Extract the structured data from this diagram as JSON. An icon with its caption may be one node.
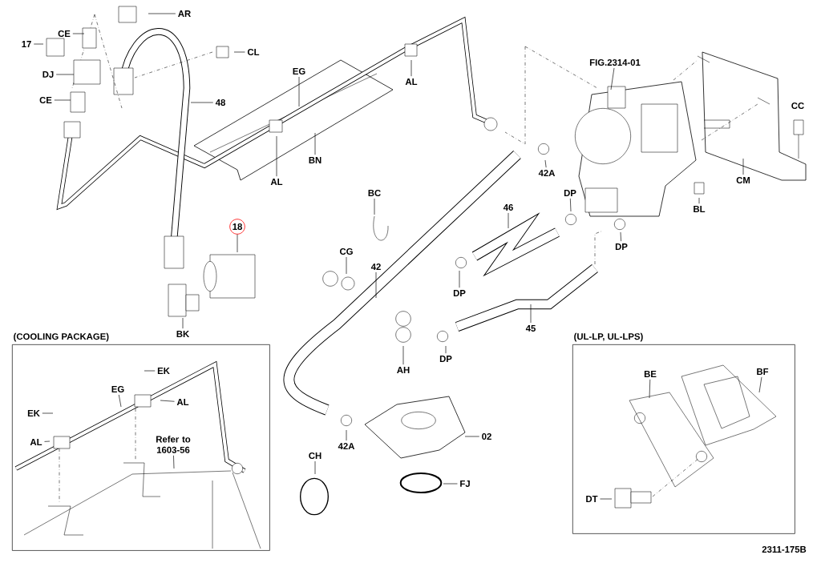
{
  "diagram": {
    "nodes": [
      {
        "text": [
          "AR"
        ]
      },
      {
        "text": [
          "17"
        ]
      },
      {
        "text": [
          "CE"
        ]
      },
      {
        "text": [
          "CL"
        ]
      },
      {
        "text": [
          "DJ"
        ]
      },
      {
        "text": [
          "CE"
        ]
      },
      {
        "text": [
          "48"
        ]
      },
      {
        "text": [
          "EG"
        ]
      },
      {
        "text": [
          "AL"
        ]
      },
      {
        "text": [
          "FIG.2314-01"
        ]
      },
      {
        "text": [
          "CM"
        ]
      },
      {
        "text": [
          "42A"
        ]
      },
      {
        "text": [
          "BN"
        ]
      },
      {
        "text": [
          "AL"
        ]
      },
      {
        "text": [
          "BC"
        ]
      },
      {
        "text": [
          "DP"
        ]
      },
      {
        "text": [
          "BL"
        ]
      },
      {
        "text": [
          "46"
        ]
      },
      {
        "text": [
          "18"
        ]
      },
      {
        "text": [
          "DP"
        ]
      },
      {
        "text": [
          "CG"
        ]
      },
      {
        "text": [
          "42"
        ]
      },
      {
        "text": [
          "DP"
        ]
      },
      {
        "text": [
          "45"
        ]
      },
      {
        "text": [
          "BK"
        ]
      },
      {
        "text": [
          "AH"
        ]
      },
      {
        "text": [
          "DP"
        ]
      },
      {
        "text": [
          "42A"
        ]
      },
      {
        "text": [
          "02"
        ]
      },
      {
        "text": [
          "CH"
        ]
      },
      {
        "text": [
          "FJ"
        ]
      },
      {
        "text": [
          "(COOLING PACKAGE)"
        ]
      },
      {
        "text": [
          "EK"
        ],
        "in": 31
      },
      {
        "text": [
          "EG"
        ],
        "in": 31
      },
      {
        "text": [
          "AL"
        ],
        "in": 31
      },
      {
        "text": [
          "EK"
        ],
        "in": 31
      },
      {
        "text": [
          "AL"
        ],
        "in": 31
      },
      {
        "text": [
          "Refer to 1603-56"
        ],
        "in": 31
      },
      {
        "text": [
          "(UL-LP, UL-LPS)"
        ]
      },
      {
        "text": [
          "BE"
        ],
        "in": 38
      },
      {
        "text": [
          "BF"
        ],
        "in": 38
      },
      {
        "text": [
          "DT"
        ],
        "in": 38
      }
    ],
    "edges": [
      {
        "from": 0,
        "to": null,
        "arrow": "none"
      },
      {
        "from": 1,
        "to": null,
        "arrow": "none"
      },
      {
        "from": 2,
        "to": null,
        "arrow": "none"
      },
      {
        "from": 3,
        "to": null,
        "arrow": "none"
      },
      {
        "from": 4,
        "to": null,
        "arrow": "none"
      },
      {
        "from": 5,
        "to": null,
        "arrow": "none"
      },
      {
        "from": 6,
        "to": null,
        "arrow": "none"
      },
      {
        "from": 7,
        "to": null,
        "arrow": "none"
      },
      {
        "from": 8,
        "to": null,
        "arrow": "none"
      },
      {
        "from": 9,
        "to": null,
        "arrow": "none"
      },
      {
        "from": 10,
        "to": null,
        "arrow": "none"
      },
      {
        "from": 11,
        "to": null,
        "arrow": "none"
      },
      {
        "from": 12,
        "to": null,
        "arrow": "none"
      },
      {
        "from": 13,
        "to": null,
        "arrow": "none"
      },
      {
        "from": 14,
        "to": null,
        "arrow": "none"
      },
      {
        "from": 15,
        "to": null,
        "arrow": "none"
      },
      {
        "from": 16,
        "to": null,
        "arrow": "none"
      },
      {
        "from": 17,
        "to": null,
        "arrow": "none"
      },
      {
        "from": 18,
        "to": null,
        "arrow": "none"
      },
      {
        "from": 19,
        "to": null,
        "arrow": "none"
      },
      {
        "from": 20,
        "to": null,
        "arrow": "none"
      },
      {
        "from": 21,
        "to": null,
        "arrow": "none"
      },
      {
        "from": 22,
        "to": null,
        "arrow": "none"
      },
      {
        "from": 23,
        "to": null,
        "arrow": "none"
      },
      {
        "from": 24,
        "to": null,
        "arrow": "none"
      },
      {
        "from": 25,
        "to": null,
        "arrow": "none"
      },
      {
        "from": 26,
        "to": null,
        "arrow": "none"
      },
      {
        "from": 27,
        "to": null,
        "arrow": "none"
      },
      {
        "from": 28,
        "to": null,
        "arrow": "none"
      },
      {
        "from": 29,
        "to": null,
        "arrow": "none"
      },
      {
        "from": 30,
        "to": null,
        "arrow": "none"
      },
      {
        "from": 32,
        "to": null,
        "arrow": "none"
      },
      {
        "from": 33,
        "to": null,
        "arrow": "none"
      },
      {
        "from": 34,
        "to": null,
        "arrow": "none"
      },
      {
        "from": 35,
        "to": null,
        "arrow": "none"
      },
      {
        "from": 36,
        "to": null,
        "arrow": "none"
      },
      {
        "from": 37,
        "to": null,
        "arrow": "none"
      },
      {
        "from": 39,
        "to": null,
        "arrow": "none"
      },
      {
        "from": 40,
        "to": null,
        "arrow": "none"
      },
      {
        "from": 41,
        "to": null,
        "arrow": "none"
      }
    ],
    "labels": [
      "CC",
      "2311-175B"
    ]
  }
}
